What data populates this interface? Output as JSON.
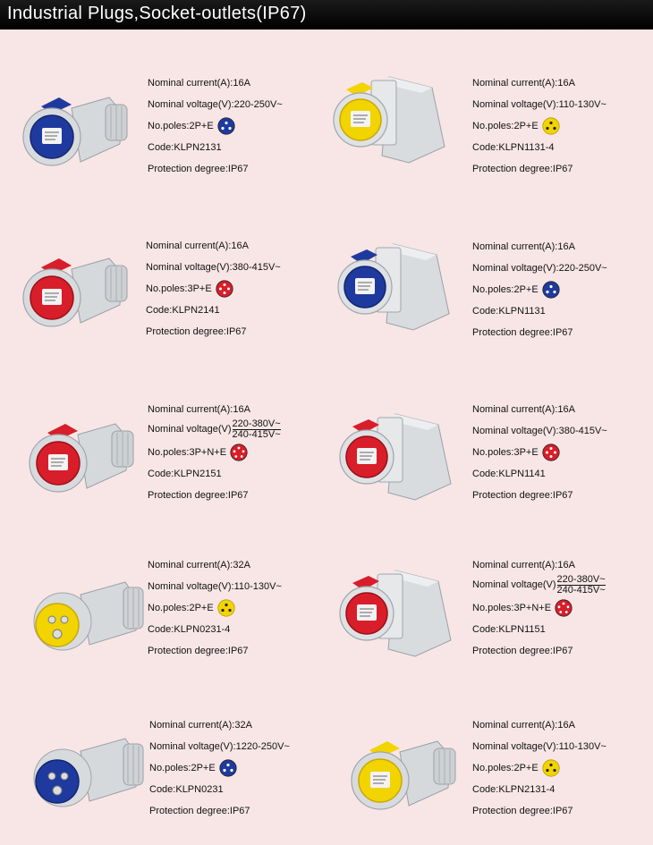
{
  "header": {
    "title": "Industrial Plugs,Socket-outlets(IP67)"
  },
  "colors": {
    "blue": "#1f3a9e",
    "red": "#d81e2a",
    "yellow": "#f2d400",
    "pink_bg": "#f8e6e6"
  },
  "products": [
    {
      "kind": "plug",
      "color": "blue",
      "poles_icon": "2p",
      "current": "Nominal current(A):16A",
      "voltage": "Nominal voltage(V):220-250V~",
      "poles": "No.poles:2P+E",
      "code": "Code:KLPN2131",
      "protection": "Protection degree:IP67"
    },
    {
      "kind": "wall",
      "color": "yellow",
      "poles_icon": "2p",
      "current": "Nominal current(A):16A",
      "voltage": "Nominal voltage(V):110-130V~",
      "poles": "No.poles:2P+E",
      "code": "Code:KLPN1131-4",
      "protection": "Protection degree:IP67"
    },
    {
      "kind": "plug",
      "color": "red",
      "poles_icon": "3p",
      "current": "Nominal current(A):16A",
      "voltage": "Nominal voltage(V):380-415V~",
      "poles": "No.poles:3P+E",
      "code": "Code:KLPN2141",
      "protection": "Protection degree:IP67"
    },
    {
      "kind": "wall",
      "color": "blue",
      "poles_icon": "2p",
      "current": "Nominal current(A):16A",
      "voltage": "Nominal voltage(V):220-250V~",
      "poles": "No.poles:2P+E",
      "code": "Code:KLPN1131",
      "protection": "Protection degree:IP67"
    },
    {
      "kind": "plug",
      "color": "red",
      "poles_icon": "5p",
      "current": "Nominal current(A):16A",
      "voltage_prefix": "Nominal voltage(V)",
      "voltage_top": "220-380V~",
      "voltage_bottom": "240-415V~",
      "poles": "No.poles:3P+N+E",
      "code": "Code:KLPN2151",
      "protection": "Protection degree:IP67"
    },
    {
      "kind": "wall",
      "color": "red",
      "poles_icon": "3p",
      "current": "Nominal current(A):16A",
      "voltage": "Nominal voltage(V):380-415V~",
      "poles": "No.poles:3P+E",
      "code": "Code:KLPN1141",
      "protection": "Protection degree:IP67"
    },
    {
      "kind": "plug-male",
      "color": "yellow",
      "poles_icon": "2p",
      "current": "Nominal current(A):32A",
      "voltage": "Nominal voltage(V):110-130V~",
      "poles": "No.poles:2P+E",
      "code": "Code:KLPN0231-4",
      "protection": "Protection degree:IP67"
    },
    {
      "kind": "wall",
      "color": "red",
      "poles_icon": "5p",
      "current": "Nominal current(A):16A",
      "voltage_prefix": "Nominal voltage(V)",
      "voltage_top": "220-380V~",
      "voltage_bottom": "240-415V~",
      "poles": "No.poles:3P+N+E",
      "code": "Code:KLPN1151",
      "protection": "Protection degree:IP67"
    },
    {
      "kind": "plug-male",
      "color": "blue",
      "poles_icon": "2p",
      "current": "Nominal current(A):32A",
      "voltage": "Nominal voltage(V):1220-250V~",
      "poles": "No.poles:2P+E",
      "code": "Code:KLPN0231",
      "protection": "Protection degree:IP67"
    },
    {
      "kind": "plug",
      "color": "yellow",
      "poles_icon": "2p",
      "current": "Nominal current(A):16A",
      "voltage": "Nominal voltage(V):110-130V~",
      "poles": "No.poles:2P+E",
      "code": "Code:KLPN2131-4",
      "protection": "Protection degree:IP67"
    }
  ]
}
